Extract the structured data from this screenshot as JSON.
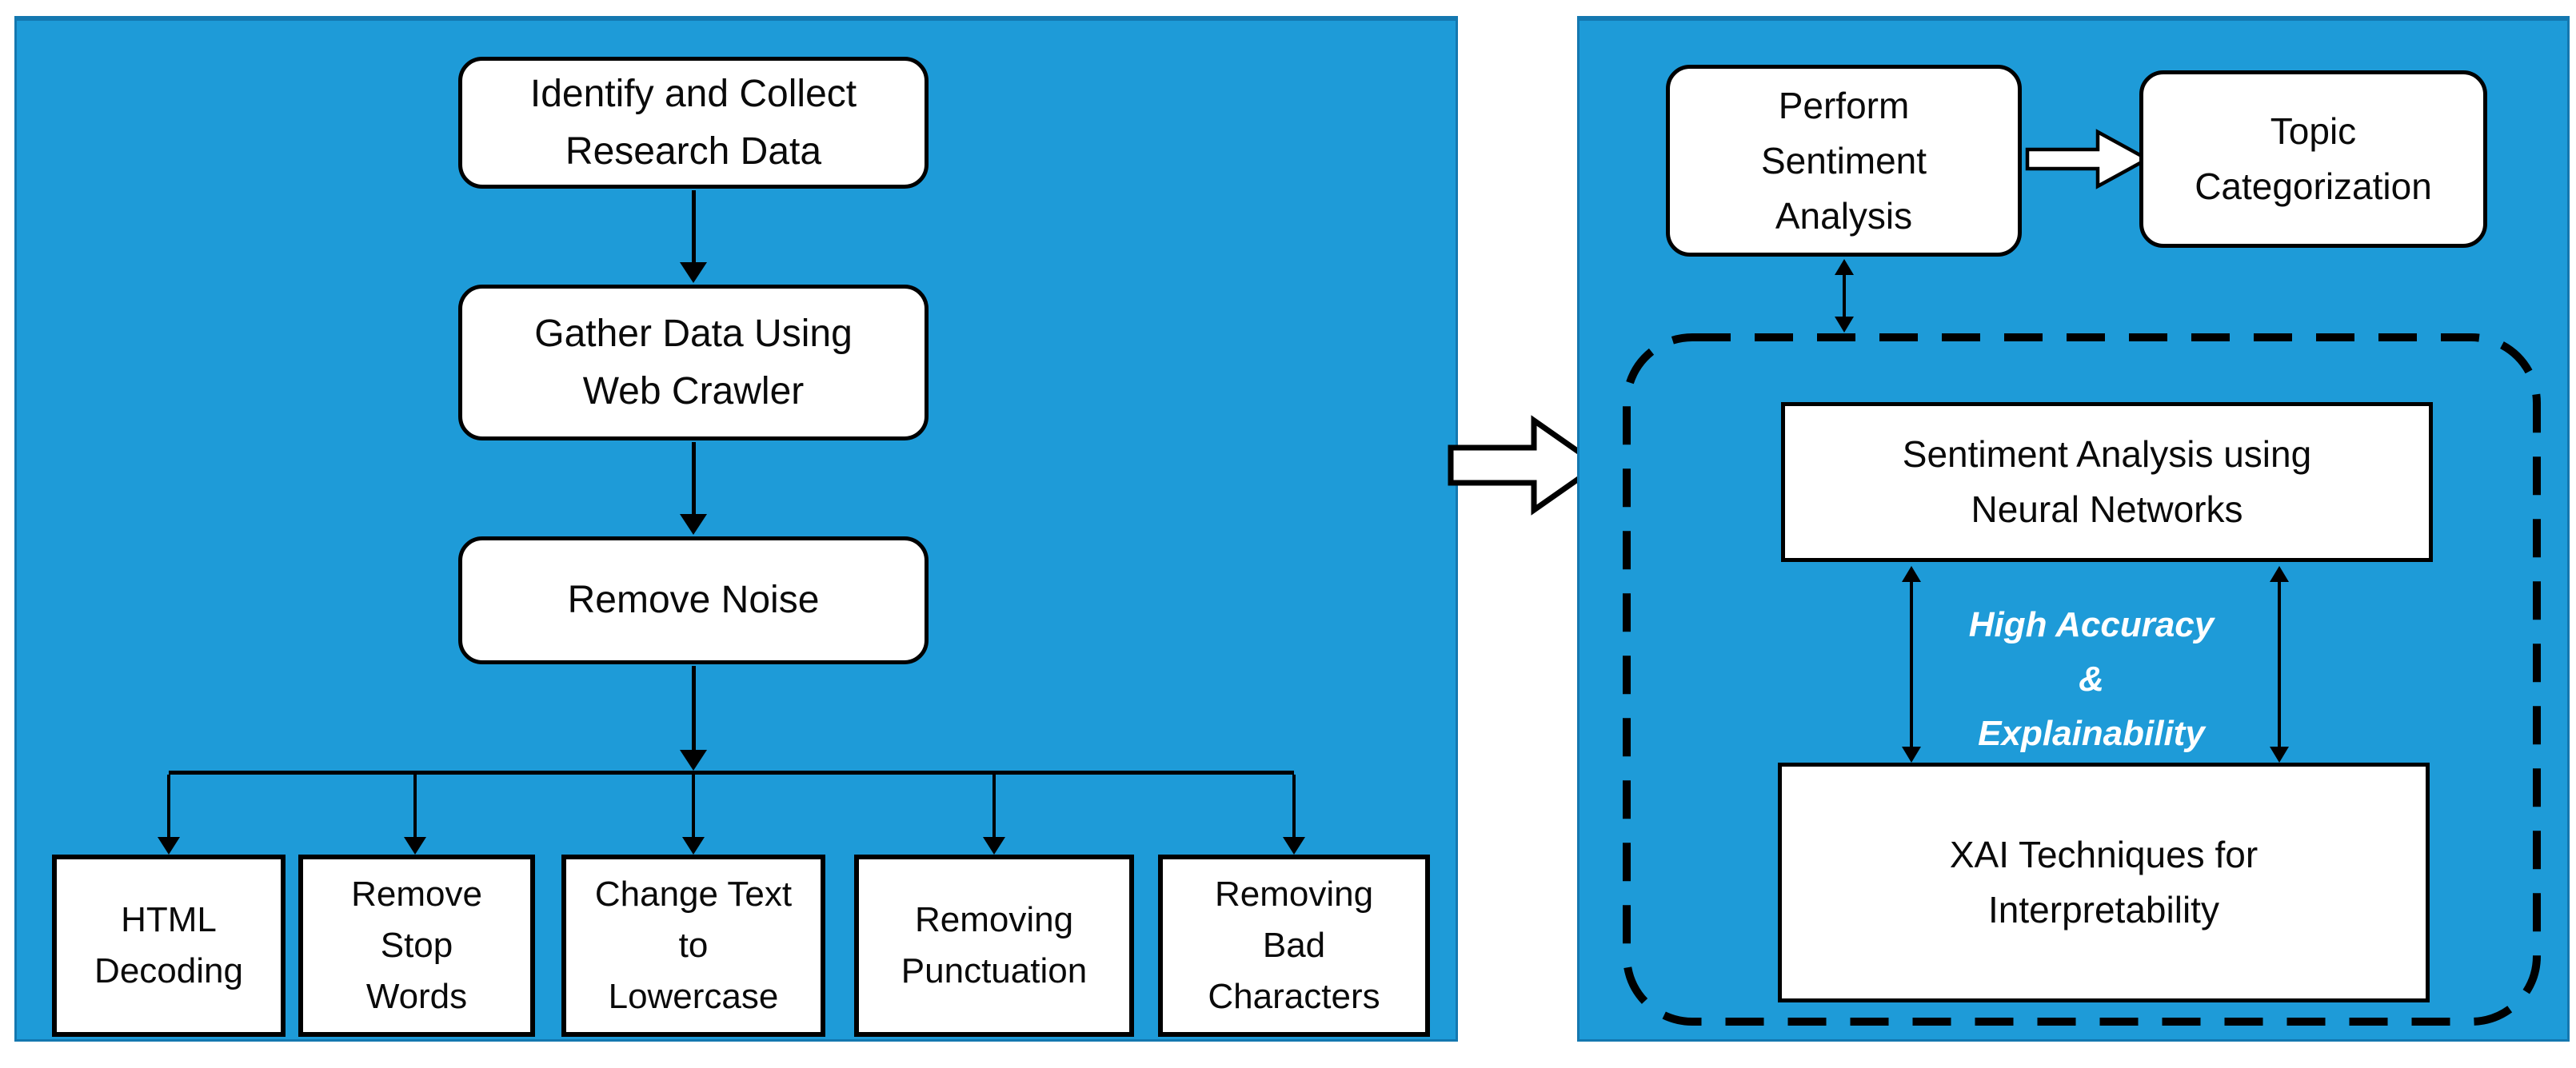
{
  "colors": {
    "panel_blue": "#1E9BD8",
    "panel_border": "#1478B0",
    "line": "#000000",
    "box_fill": "#FFFFFF",
    "accent_text": "#FFFFFF"
  },
  "left_panel": {
    "steps": [
      {
        "label": "Identify and Collect\nResearch Data"
      },
      {
        "label": "Gather Data Using\nWeb Crawler"
      },
      {
        "label": "Remove Noise"
      }
    ],
    "preprocessing_tasks": [
      {
        "label": "HTML\nDecoding"
      },
      {
        "label": "Remove\nStop\nWords"
      },
      {
        "label": "Change Text\nto\nLowercase"
      },
      {
        "label": "Removing\nPunctuation"
      },
      {
        "label": "Removing\nBad\nCharacters"
      }
    ]
  },
  "right_panel": {
    "perform_sentiment_analysis": "Perform\nSentiment\nAnalysis",
    "topic_categorization": "Topic\nCategorization",
    "sentiment_nn": "Sentiment Analysis using\nNeural Networks",
    "accuracy_note": "High Accuracy\n&\nExplainability",
    "xai": "XAI Techniques for\nInterpretability"
  }
}
